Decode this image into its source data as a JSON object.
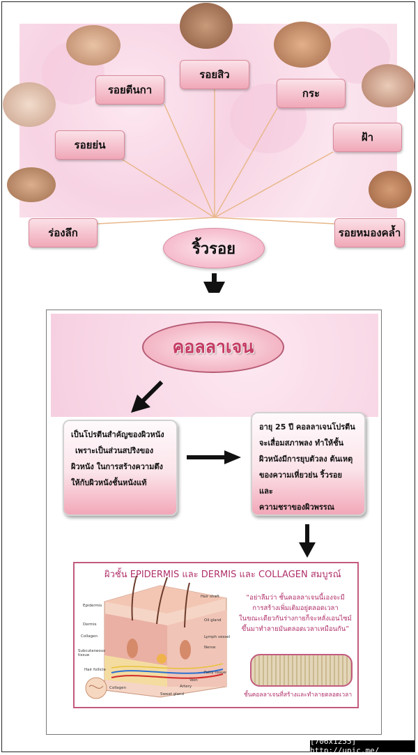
{
  "wrinkles": {
    "center_label": "ริ้วรอย",
    "types": [
      {
        "id": "crows_feet",
        "label": "รอยตีนกา"
      },
      {
        "id": "acne_scar",
        "label": "รอยสิว"
      },
      {
        "id": "freckles",
        "label": "กระ"
      },
      {
        "id": "fine_lines",
        "label": "รอยย่น"
      },
      {
        "id": "melasma",
        "label": "ฝ้า"
      },
      {
        "id": "deep_grooves",
        "label": "ร่องลึก"
      },
      {
        "id": "dull_dark",
        "label": "รอยหมองคล้ำ"
      }
    ]
  },
  "collagen": {
    "title": "คอลลาเจน",
    "card_left": [
      "เป็นโปรตีนสำคัญของผิวหนัง",
      "เพราะเป็นส่วนสปริงของ",
      "ผิวหนัง ในการสร้างความตึง",
      "ให้กับผิวหนังชั้นหนังแท้"
    ],
    "card_right": [
      "อายุ 25 ปี คอลลาเจนโปรตีน",
      "จะเสื่อมสภาพลง ทำให้ชั้น",
      "ผิวหนังมีการยุบตัวลง ต้นเหตุ",
      "ของความเหี่ยวย่น ริ้วรอย และ",
      "ความชราของผิวพรรณ"
    ]
  },
  "skin_diagram": {
    "title": "ผิวชั้น EPIDERMIS และ DERMIS และ COLLAGEN สมบูรณ์",
    "quote": [
      "“อย่าลืมว่า ชั้นคอลลาเจนนี้เองจะมี",
      "การสร้างเพิ่มเติมอยู่ตลอดเวลา",
      "ในขณะเดียวกันร่างกายก็จะหลั่งเอนไซม์",
      "ขึ้นมาทำลายมันตลอดเวลาเหมือนกัน”"
    ],
    "strip_caption": "ชั้นคอลลาเจนที่สร้างและทำลายตลอดเวลา",
    "labels": {
      "epidermis": "Epidermis",
      "dermis": "Dermis",
      "collagen": "Collagen",
      "subcutaneous": "Subcutaneous tissue",
      "hair_follicle": "Hair follicle",
      "collagen2": "Collagen",
      "hair_shaft": "Hair shaft",
      "oil_gland": "Oil gland",
      "lymph_vessel": "Lymph vessel",
      "nerve": "Nerve",
      "fatty_tissue": "Fatty tissue",
      "vein": "Vein",
      "artery": "Artery",
      "sweat_gland": "Sweat gland"
    }
  },
  "footer": "[706x1255] http://upic.me/",
  "colors": {
    "pink_accent": "#f0a8b8",
    "title_red": "#c53a62",
    "text_magenta": "#b0306a"
  }
}
